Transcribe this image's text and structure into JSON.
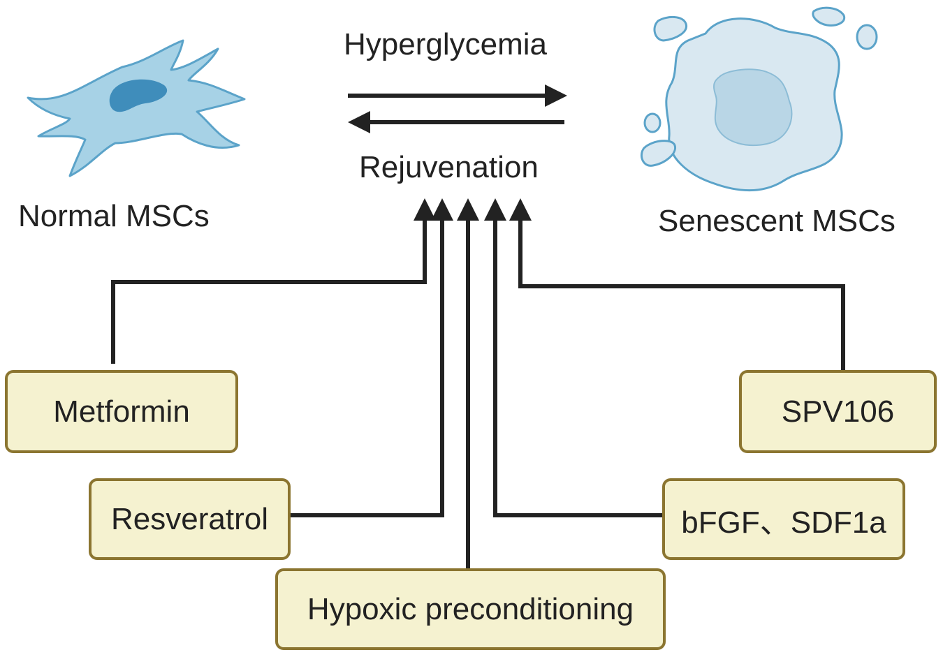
{
  "cells": {
    "normal_label": "Normal MSCs",
    "senescent_label": "Senescent MSCs"
  },
  "transition": {
    "forward_label": "Hyperglycemia",
    "reverse_label": "Rejuvenation"
  },
  "interventions": {
    "metformin": "Metformin",
    "resveratrol": "Resveratrol",
    "hypoxic": "Hypoxic preconditioning",
    "spv106": "SPV106",
    "bfgf_sdf1a": "bFGF、SDF1a"
  },
  "colors": {
    "box_fill": "#f5f2d0",
    "box_border": "#8b7530",
    "cell_fill": "#a7d2e6",
    "cell_stroke": "#5ba3c9",
    "nucleus_fill": "#3f8dbb",
    "senescent_fill": "#d9e8f1",
    "senescent_nucleus": "#b9d6e6",
    "arrow": "#222222"
  }
}
